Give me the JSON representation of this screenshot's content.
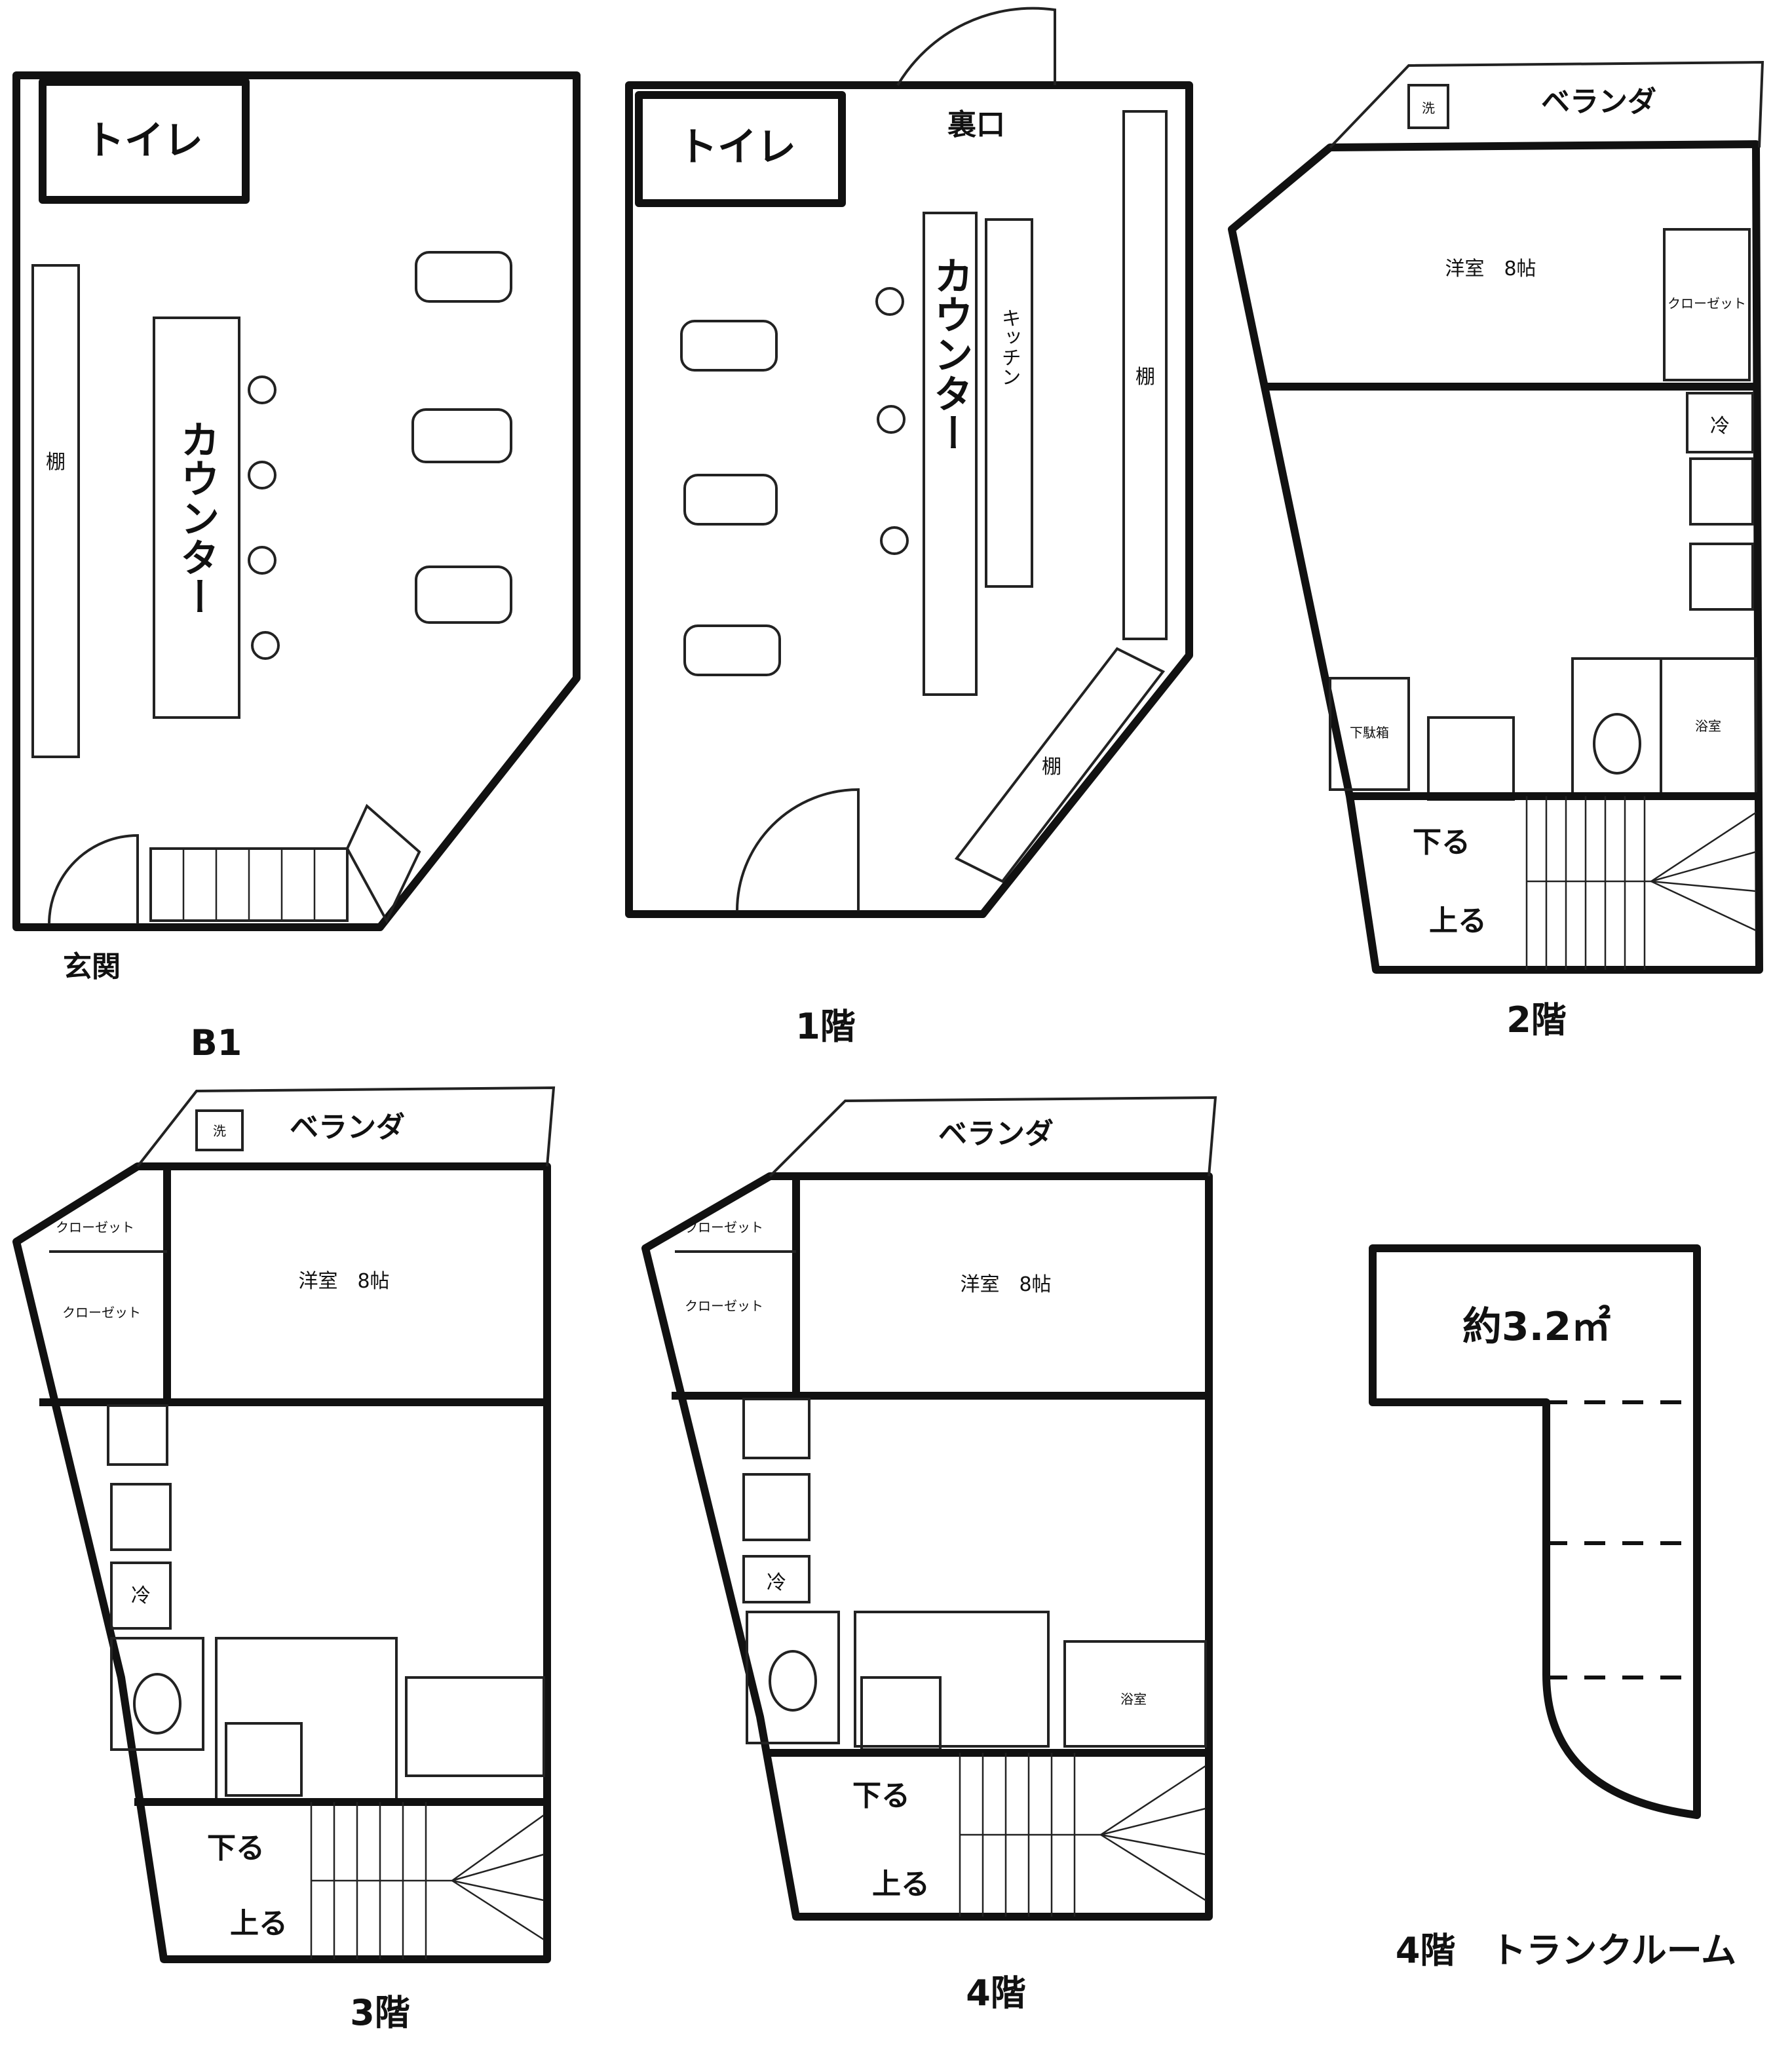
{
  "floors": {
    "b1": {
      "caption": "B1",
      "toilet": "トイレ",
      "counter": "カウンター",
      "shelf": "棚",
      "entrance": "玄関"
    },
    "f1": {
      "caption": "1階",
      "toilet": "トイレ",
      "back_door": "裏口",
      "counter": "カウンター",
      "kitchen": "キッチン",
      "shelf_right": "棚",
      "shelf_diag": "棚"
    },
    "f2": {
      "caption": "2階",
      "veranda": "ベランダ",
      "laundry": "洗",
      "room": "洋室　8帖",
      "closet": "クローゼット",
      "fridge": "冷",
      "shoe": "下駄箱",
      "bath": "浴室",
      "down": "下る",
      "up": "上る"
    },
    "f3": {
      "caption": "3階",
      "veranda": "ベランダ",
      "laundry": "洗",
      "room": "洋室　8帖",
      "closet_a": "クローゼット",
      "closet_b": "クローゼット",
      "fridge": "冷",
      "down": "下る",
      "up": "上る"
    },
    "f4": {
      "caption": "4階",
      "veranda": "ベランダ",
      "room": "洋室　8帖",
      "closet_a": "クローゼット",
      "closet_b": "クローゼット",
      "fridge": "冷",
      "bath": "浴室",
      "down": "下る",
      "up": "上る"
    },
    "trunk": {
      "caption": "4階　トランクルーム",
      "area": "約3.2㎡"
    }
  }
}
